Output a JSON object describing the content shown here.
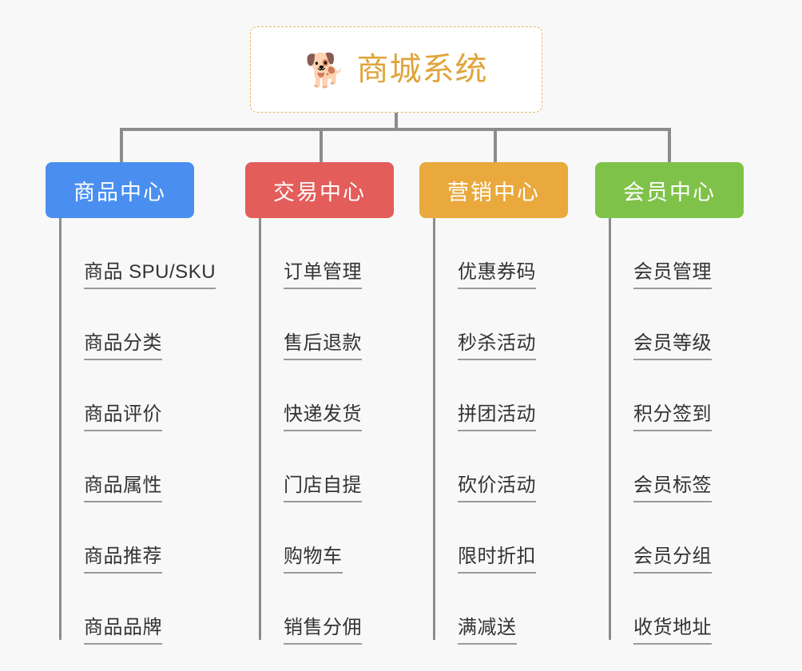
{
  "root": {
    "icon": "shiba-dog-face-emoji",
    "emoji_glyph": "🐕",
    "title": "商城系统",
    "title_color": "#e0a43c",
    "border_color": "#e7b860",
    "background": "#ffffff"
  },
  "canvas": {
    "background": "#f8f8f8",
    "connector_color": "#8c8c8c"
  },
  "columns": [
    {
      "id": "product-center",
      "label": "商品中心",
      "color": "#4a8ff0",
      "items": [
        "商品 SPU/SKU",
        "商品分类",
        "商品评价",
        "商品属性",
        "商品推荐",
        "商品品牌"
      ]
    },
    {
      "id": "trade-center",
      "label": "交易中心",
      "color": "#e35d5b",
      "items": [
        "订单管理",
        "售后退款",
        "快递发货",
        "门店自提",
        "购物车",
        "销售分佣"
      ]
    },
    {
      "id": "marketing-center",
      "label": "营销中心",
      "color": "#e9a93c",
      "items": [
        "优惠券码",
        "秒杀活动",
        "拼团活动",
        "砍价活动",
        "限时折扣",
        "满减送"
      ]
    },
    {
      "id": "member-center",
      "label": "会员中心",
      "color": "#7fc24a",
      "items": [
        "会员管理",
        "会员等级",
        "积分签到",
        "会员标签",
        "会员分组",
        "收货地址"
      ]
    }
  ]
}
